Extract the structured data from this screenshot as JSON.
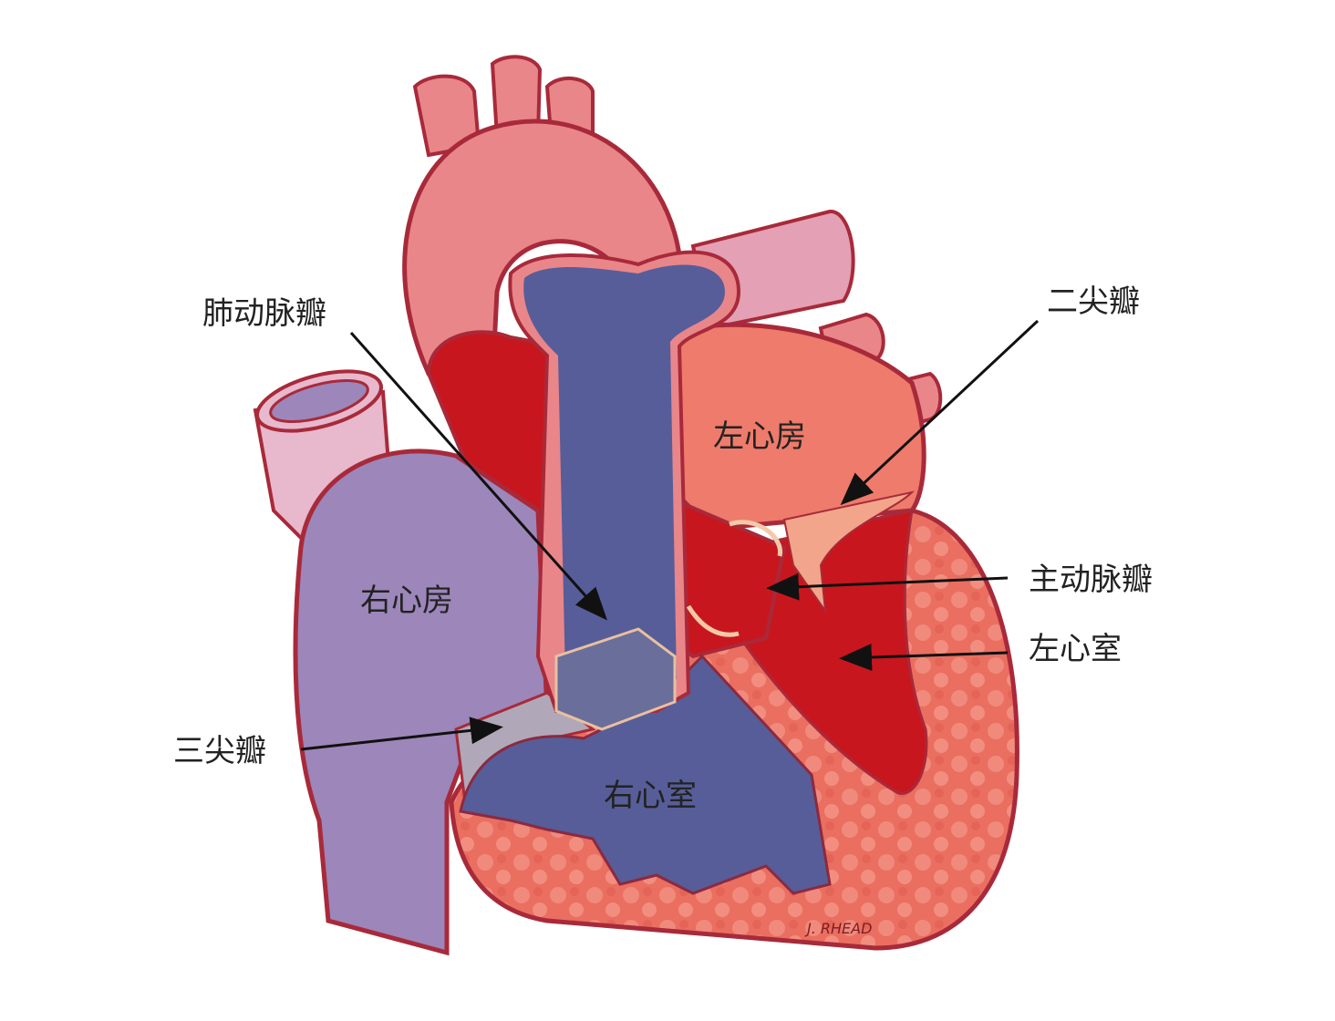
{
  "labels": {
    "pulmonary_valve": "肺动脉瓣",
    "mitral_valve": "二尖瓣",
    "left_atrium": "左心房",
    "aortic_valve": "主动脉瓣",
    "left_ventricle": "左心室",
    "right_atrium": "右心房",
    "tricuspid_valve": "三尖瓣",
    "right_ventricle": "右心室"
  },
  "signature": "J. RHEAD",
  "colors": {
    "aorta": "#e9868a",
    "outline": "#a82a3a",
    "vena_cava": "#9c86ba",
    "pulmonary_artery": "#575d99",
    "left_atrium": "#ee7b6b",
    "left_ventricle_cavity": "#c8161f",
    "myocardium": "#ea6f60",
    "arrow": "#111111"
  }
}
